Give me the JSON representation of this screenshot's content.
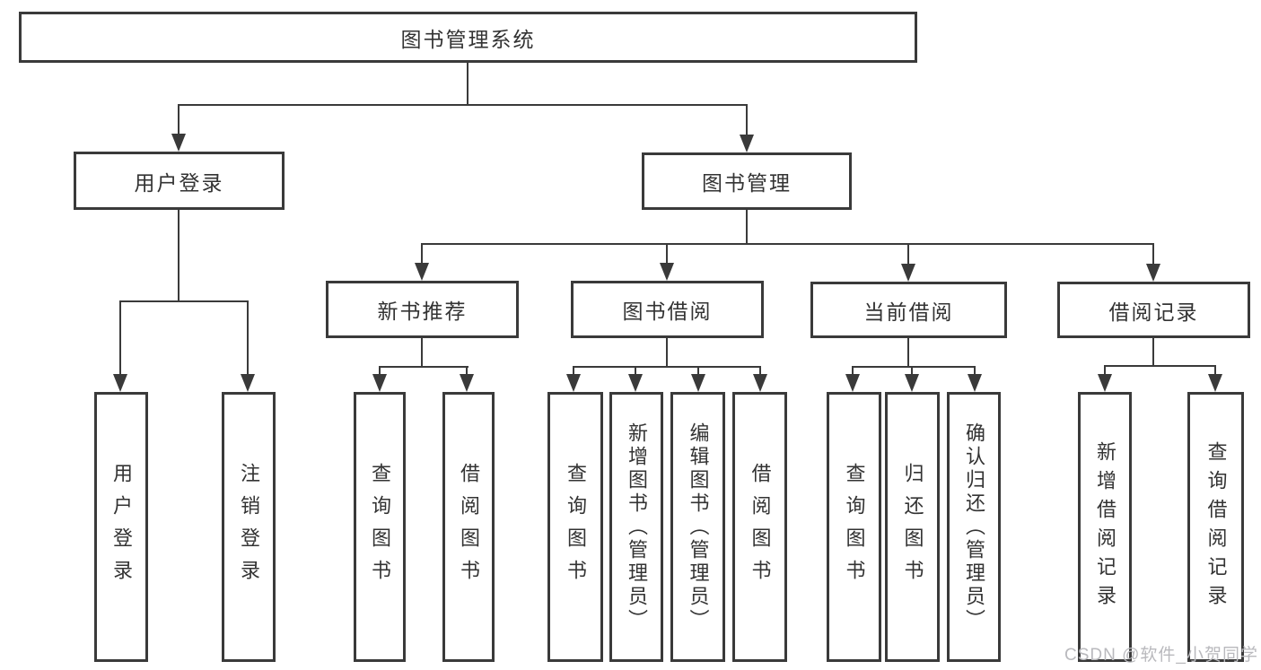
{
  "diagram": {
    "root": {
      "label": "图书管理系统"
    },
    "user_login": {
      "label": "用户登录",
      "children": [
        {
          "label": "用户登录"
        },
        {
          "label": "注销登录"
        }
      ]
    },
    "book_mgmt": {
      "label": "图书管理",
      "children": [
        {
          "label": "新书推荐",
          "children": [
            {
              "label": "查询图书"
            },
            {
              "label": "借阅图书"
            }
          ]
        },
        {
          "label": "图书借阅",
          "children": [
            {
              "label": "查询图书"
            },
            {
              "label": "新增图书（管理员）"
            },
            {
              "label": "编辑图书（管理员）"
            },
            {
              "label": "借阅图书"
            }
          ]
        },
        {
          "label": "当前借阅",
          "children": [
            {
              "label": "查询图书"
            },
            {
              "label": "归还图书"
            },
            {
              "label": "确认归还（管理员）"
            }
          ]
        },
        {
          "label": "借阅记录",
          "children": [
            {
              "label": "新增借阅记录"
            },
            {
              "label": "查询借阅记录"
            }
          ]
        }
      ]
    },
    "watermark": "CSDN @软件_小贺同学",
    "colors": {
      "line": "#3a3a3a",
      "text": "#333333",
      "watermark": "#b9b9bd",
      "background": "#ffffff"
    }
  }
}
